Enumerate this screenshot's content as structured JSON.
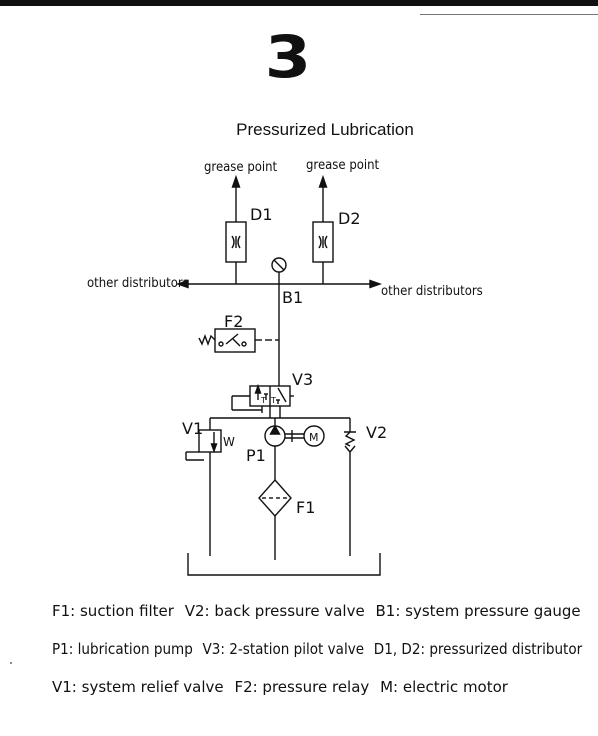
{
  "page_number": "3",
  "title": "Pressurized Lubrication",
  "labels": {
    "grease_point_left": "grease point",
    "grease_point_right": "grease point",
    "other_distributors_left": "other distributors",
    "other_distributors_right": "other distributors",
    "D1": "D1",
    "D2": "D2",
    "B1": "B1",
    "F2": "F2",
    "V3": "V3",
    "V1": "V1",
    "V2": "V2",
    "P1": "P1",
    "F1": "F1",
    "M": "M",
    "W": "W",
    "T1": "T",
    "T2": "T"
  },
  "legend": {
    "row1": [
      "F1: suction filter",
      "V2: back pressure valve",
      "B1: system pressure gauge"
    ],
    "row2": [
      "P1: lubrication pump",
      "V3: 2-station pilot valve",
      "D1, D2: pressurized distributor"
    ],
    "row3": [
      "V1: system relief valve",
      "F2: pressure relay",
      "M: electric motor"
    ]
  }
}
